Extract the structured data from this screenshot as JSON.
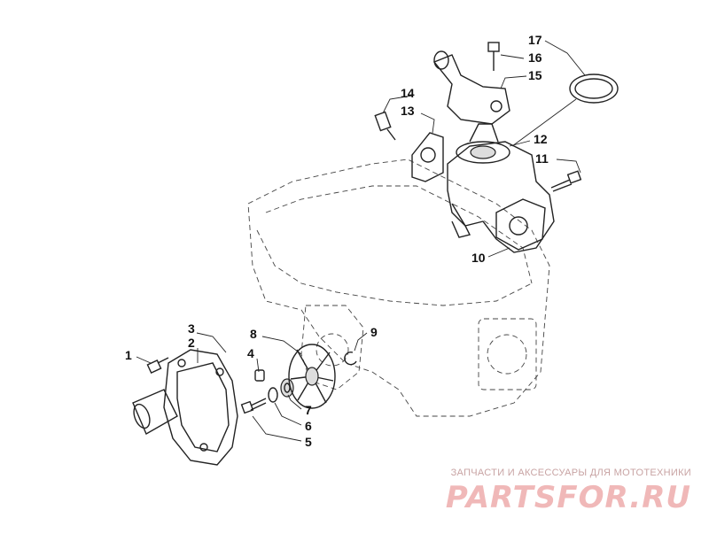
{
  "callouts": [
    "1",
    "2",
    "3",
    "4",
    "5",
    "6",
    "7",
    "8",
    "9",
    "10",
    "11",
    "12",
    "13",
    "14",
    "15",
    "16",
    "17"
  ],
  "watermark": {
    "tagline": "ЗАПЧАСТИ И АКСЕССУАРЫ ДЛЯ МОТОТЕХНИКИ",
    "logo": "PARTSFOR.RU"
  },
  "colors": {
    "line": "#222222",
    "watermark": "#f0b8b8"
  }
}
